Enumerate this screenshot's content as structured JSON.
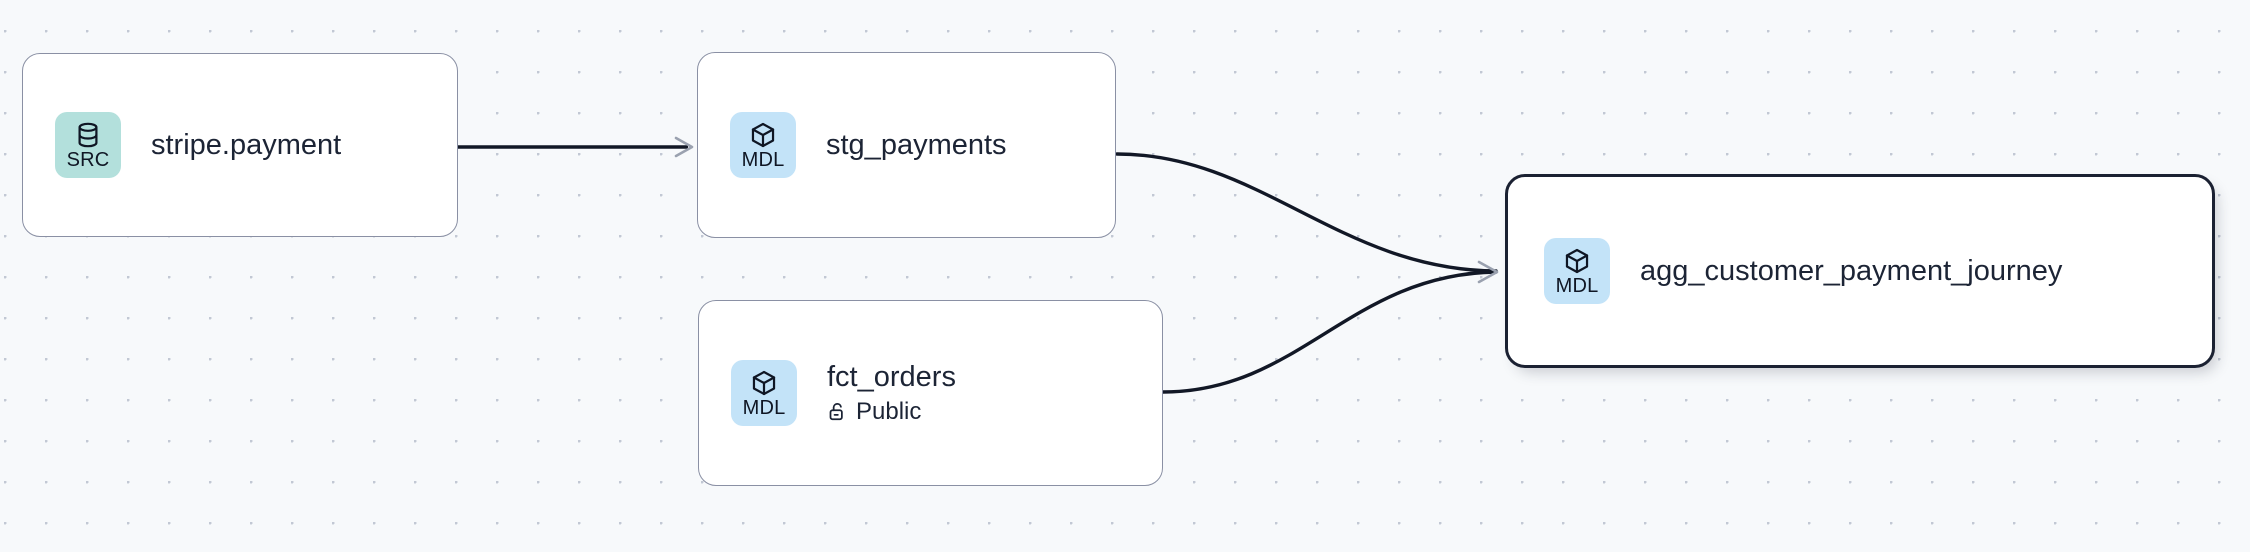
{
  "graph": {
    "background_color": "#f7f9fb",
    "grid_dot_color": "#c2c8d4",
    "accent_selected_border": "#1b2132",
    "edge_color": "#121826",
    "arrow_color": "#9aa1af",
    "nodes": [
      {
        "id": "stripe-payment",
        "title": "stripe.payment",
        "badge_label": "SRC",
        "badge_icon": "database-icon",
        "badge_color": "#b3e0dc",
        "selected": false,
        "subtitle": null,
        "subtitle_icon": null
      },
      {
        "id": "stg-payments",
        "title": "stg_payments",
        "badge_label": "MDL",
        "badge_icon": "cube-icon",
        "badge_color": "#c3e3f8",
        "selected": false,
        "subtitle": null,
        "subtitle_icon": null
      },
      {
        "id": "fct-orders",
        "title": "fct_orders",
        "badge_label": "MDL",
        "badge_icon": "cube-icon",
        "badge_color": "#c3e3f8",
        "selected": false,
        "subtitle": "Public",
        "subtitle_icon": "unlock-icon"
      },
      {
        "id": "agg-customer-payment-journey",
        "title": "agg_customer_payment_journey",
        "badge_label": "MDL",
        "badge_icon": "cube-icon",
        "badge_color": "#c3e3f8",
        "selected": true,
        "subtitle": null,
        "subtitle_icon": null
      }
    ],
    "edges": [
      {
        "id": "e1",
        "from": "stripe-payment",
        "to": "stg-payments",
        "shape": "straight"
      },
      {
        "id": "e2",
        "from": "stg-payments",
        "to": "agg-customer-payment-journey",
        "shape": "bezier"
      },
      {
        "id": "e3",
        "from": "fct-orders",
        "to": "agg-customer-payment-journey",
        "shape": "bezier"
      }
    ]
  }
}
